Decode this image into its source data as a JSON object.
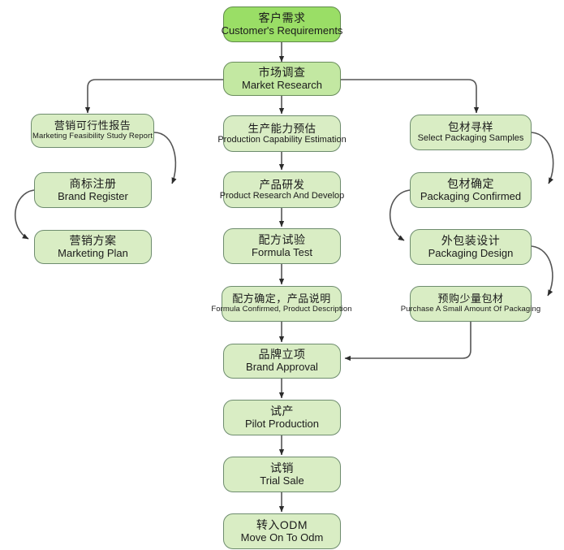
{
  "diagram": {
    "title": "Product Development Flowchart",
    "background_color": "#ffffff",
    "node_fill": "#d9edc4",
    "node_border": "#6e8c6e",
    "start_fill": "#9ade66",
    "stage2_fill": "#c3e8a2",
    "edge_color": "#444444"
  },
  "nodes": {
    "customer_requirements": {
      "cn": "客户需求",
      "en": "Customer's Requirements"
    },
    "market_research": {
      "cn": "市场调查",
      "en": "Market Research"
    },
    "marketing_feasibility": {
      "cn": "营销可行性报告",
      "en": "Marketing Feasibility Study Report"
    },
    "brand_register": {
      "cn": "商标注册",
      "en": "Brand Register"
    },
    "marketing_plan": {
      "cn": "营销方案",
      "en": "Marketing Plan"
    },
    "production_capability": {
      "cn": "生产能力预估",
      "en": "Production Capability Estimation"
    },
    "product_research": {
      "cn": "产品研发",
      "en": "Product Research And Develop"
    },
    "formula_test": {
      "cn": "配方试验",
      "en": "Formula Test"
    },
    "formula_confirmed": {
      "cn": "配方确定，产品说明",
      "en": "Formula Confirmed, Product Description"
    },
    "brand_approval": {
      "cn": "品牌立项",
      "en": "Brand Approval"
    },
    "pilot_production": {
      "cn": "试产",
      "en": "Pilot Production"
    },
    "trial_sale": {
      "cn": "试销",
      "en": "Trial Sale"
    },
    "move_on_odm": {
      "cn": "转入ODM",
      "en": "Move On To Odm"
    },
    "select_packaging": {
      "cn": "包材寻样",
      "en": "Select Packaging Samples"
    },
    "packaging_confirmed": {
      "cn": "包材确定",
      "en": "Packaging Confirmed"
    },
    "packaging_design": {
      "cn": "外包装设计",
      "en": "Packaging Design"
    },
    "purchase_packaging": {
      "cn": "预购少量包材",
      "en": "Purchase A Small Amount Of Packaging"
    }
  },
  "flow": {
    "edges": [
      "customer_requirements -> market_research",
      "market_research -> marketing_feasibility",
      "market_research -> production_capability",
      "market_research -> select_packaging",
      "marketing_feasibility -> brand_register",
      "brand_register -> marketing_plan",
      "production_capability -> product_research",
      "product_research -> formula_test",
      "formula_test -> formula_confirmed",
      "formula_confirmed -> brand_approval",
      "brand_approval -> pilot_production",
      "pilot_production -> trial_sale",
      "trial_sale -> move_on_odm",
      "select_packaging -> packaging_confirmed",
      "packaging_confirmed -> packaging_design",
      "packaging_design -> purchase_packaging",
      "purchase_packaging -> brand_approval"
    ]
  }
}
